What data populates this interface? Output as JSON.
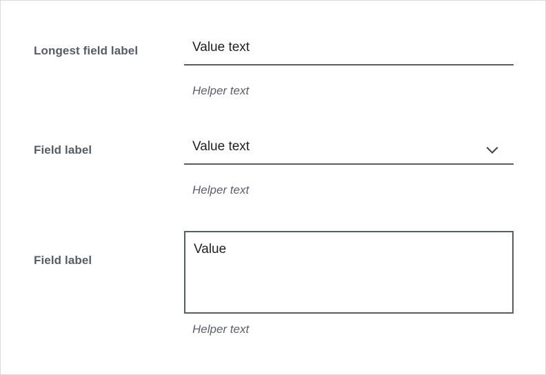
{
  "page": {
    "background_color": "#ffffff",
    "border_color": "#d6d9de"
  },
  "theme": {
    "label_color": "#565c66",
    "value_color": "#212121",
    "helper_color": "#5a5f6b",
    "rule_color": "#565c66"
  },
  "form": {
    "fields": [
      {
        "type": "text-input",
        "label": "Longest field label",
        "value": "Value text",
        "helper": "Helper text"
      },
      {
        "type": "select",
        "label": "Field label",
        "value": "Value text",
        "helper": "Helper text",
        "icon": "chevron-down-icon"
      },
      {
        "type": "textarea",
        "label": "Field label",
        "value": "Value",
        "helper": "Helper text"
      }
    ]
  }
}
